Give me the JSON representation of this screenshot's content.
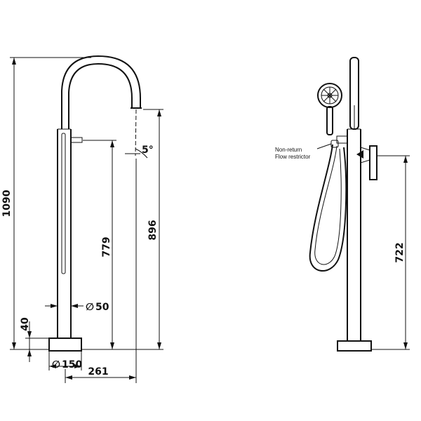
{
  "dimensions": {
    "total_height": "1090",
    "spout_height": "896",
    "handle_height": "779",
    "base_height": "40",
    "spout_angle": "5°",
    "body_diameter": "50",
    "base_diameter": "150",
    "spout_reach": "261",
    "side_handle_height": "722"
  },
  "symbols": {
    "diameter": "∅"
  },
  "notes": {
    "non_return_line1": "Non-return",
    "non_return_line2": "Flow restrictor"
  }
}
